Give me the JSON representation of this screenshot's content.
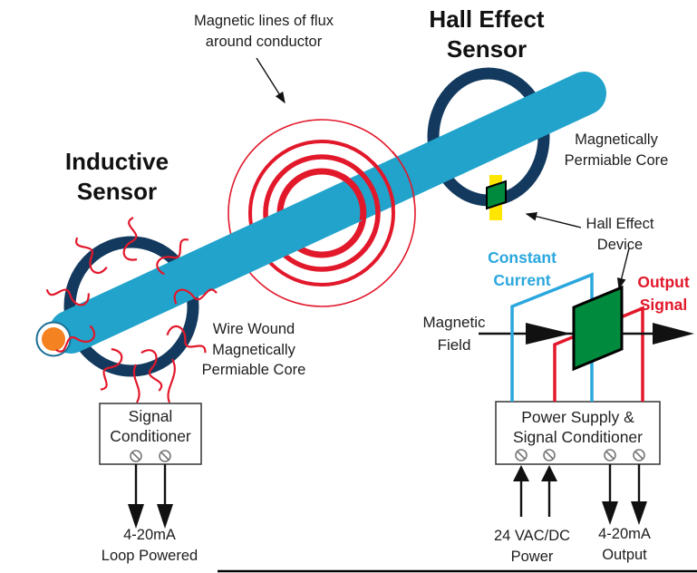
{
  "flux": {
    "label_lines": [
      "Magnetic lines of flux",
      "around conductor"
    ]
  },
  "inductive": {
    "title_lines": [
      "Inductive",
      "Sensor"
    ],
    "core_label_lines": [
      "Wire Wound",
      "Magnetically",
      "Permiable Core"
    ],
    "box_lines": [
      "Signal",
      "Conditioner"
    ],
    "output_lines": [
      "4-20mA",
      "Loop Powered"
    ]
  },
  "hall": {
    "title_lines": [
      "Hall Effect",
      "Sensor"
    ],
    "core_label_lines": [
      "Magnetically",
      "Permiable Core"
    ],
    "device_label_lines": [
      "Hall Effect",
      "Device"
    ],
    "constant_current_lines": [
      "Constant",
      "Current"
    ],
    "output_signal_lines": [
      "Output",
      "Signal"
    ],
    "magnetic_field_lines": [
      "Magnetic",
      "Field"
    ],
    "box_lines": [
      "Power Supply &",
      "Signal Conditioner"
    ],
    "power_lines": [
      "24 VAC/DC",
      "Power"
    ],
    "output_lines": [
      "4-20mA",
      "Output"
    ]
  },
  "colors": {
    "conductor": "#21a3cb",
    "core_ring": "#133a5e",
    "red": "#e2182b",
    "wire_cyan": "#2aa7de",
    "hall_green": "#008a3e",
    "hall_yellow": "#ffe600",
    "conductor_tip_orange": "#f58220"
  }
}
